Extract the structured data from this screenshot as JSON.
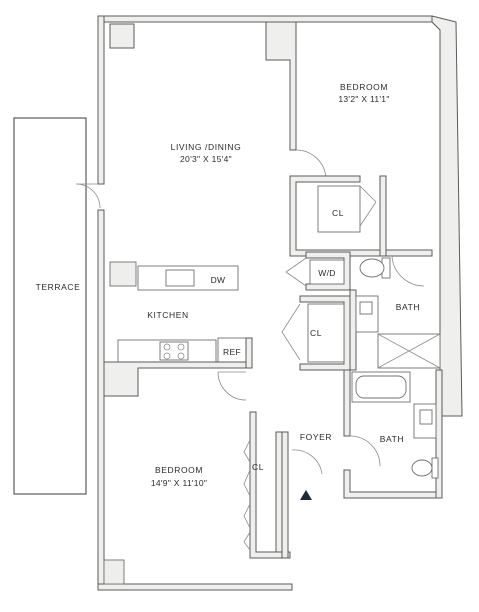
{
  "rooms": {
    "bedroom_1": {
      "name": "BEDROOM",
      "dims": "13'2\" X 11'1\""
    },
    "living_dining": {
      "name": "LIVING /DINING",
      "dims": "20'3\" X 15'4\""
    },
    "terrace": {
      "name": "TERRACE"
    },
    "kitchen": {
      "name": "KITCHEN"
    },
    "bedroom_2": {
      "name": "BEDROOM",
      "dims": "14'9\" X 11'10\""
    },
    "foyer": {
      "name": "FOYER"
    },
    "bath_1": {
      "name": "BATH"
    },
    "bath_2": {
      "name": "BATH"
    },
    "closet_1": {
      "name": "CL"
    },
    "closet_2": {
      "name": "CL"
    },
    "closet_3": {
      "name": "CL"
    }
  },
  "appliances": {
    "dishwasher": "DW",
    "refrigerator": "REF",
    "washer_dryer": "W/D"
  },
  "colors": {
    "wall_fill": "#efefee",
    "wall_stroke": "#5b5b5b",
    "entry_marker": "#1c2a3a"
  }
}
